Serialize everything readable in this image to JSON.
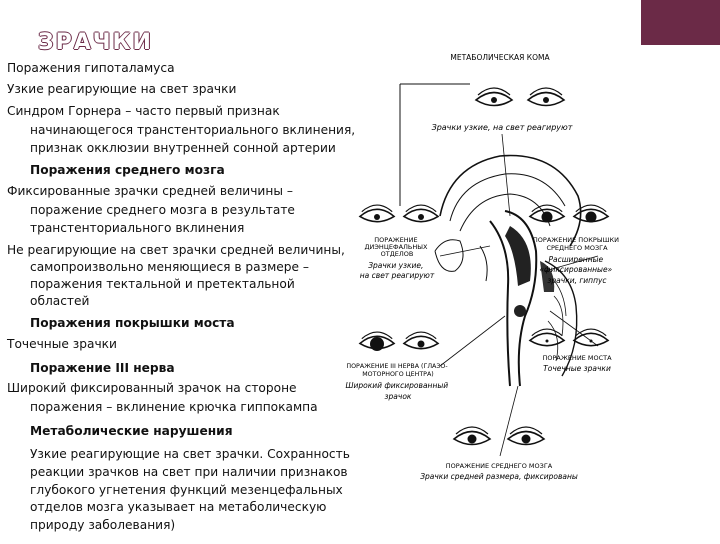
{
  "slide": {
    "title": "ЗРАЧКИ",
    "colors": {
      "accent": "#6b2a47",
      "text": "#111111"
    }
  },
  "text_blocks": [
    {
      "kind": "first",
      "text": "Поражения гипоталамуса"
    },
    {
      "kind": "line",
      "text": "Узкие реагирующие на свет зрачки"
    },
    {
      "kind": "line",
      "text": "Синдром Горнера – часто первый признак"
    },
    {
      "kind": "cont",
      "text": "начинающегося транстенториального вклинения,"
    },
    {
      "kind": "cont",
      "text": "признак окклюзии внутренней сонной артерии"
    },
    {
      "kind": "head",
      "text": "Поражения среднего мозга"
    },
    {
      "kind": "line",
      "text": "Фиксированные зрачки средней величины –"
    },
    {
      "kind": "cont",
      "text": "поражение среднего мозга в результате"
    },
    {
      "kind": "cont",
      "text": "транстенториального вклинения"
    },
    {
      "kind": "line",
      "text": "Не реагирующие на свет зрачки средней величины,"
    },
    {
      "kind": "cont",
      "text": "самопроизвольно меняющиеся в размере –"
    },
    {
      "kind": "cont",
      "text": "поражения тектальной и претектальной"
    },
    {
      "kind": "cont",
      "text": "областей"
    },
    {
      "kind": "head",
      "text": "Поражения покрышки моста"
    },
    {
      "kind": "line",
      "text": "Точечные зрачки"
    },
    {
      "kind": "head",
      "text": "Поражение III нерва"
    },
    {
      "kind": "line",
      "text": "Широкий фиксированный зрачок на стороне"
    },
    {
      "kind": "cont",
      "text": "поражения – вклинение крючка гиппокампа"
    },
    {
      "kind": "head",
      "text": "Метаболические нарушения"
    },
    {
      "kind": "cont",
      "text": "Узкие реагирующие на свет зрачки. Сохранность"
    },
    {
      "kind": "cont",
      "text": "реакции зрачков на свет при наличии признаков"
    },
    {
      "kind": "cont",
      "text": "глубокого угнетения функций мезенцефальных"
    },
    {
      "kind": "cont",
      "text": "отделов мозга указывает на метаболическую"
    },
    {
      "kind": "cont",
      "text": "природу заболевания)"
    }
  ],
  "figure": {
    "metabolic_coma": "МЕТАБОЛИЧЕСКАЯ КОМА",
    "metabolic_pupils": "Зрачки узкие, на свет реагируют",
    "diencephalon_lesion": [
      "ПОРАЖЕНИЕ",
      "ДИЭНЦЕФАЛЬНЫХ",
      "ОТДЕЛОВ"
    ],
    "diencephalon_pupils": [
      "Зрачки узкие,",
      "на свет реагируют"
    ],
    "tectum_lesion": [
      "ПОРАЖЕНИЕ ПОКРЫШКИ",
      "СРЕДНЕГО МОЗГА"
    ],
    "tectum_pupils": [
      "Расширенные",
      "«фиксированные»",
      "зрачки, гиппус"
    ],
    "pons_lesion": "ПОРАЖЕНИЕ МОСТА",
    "pons_pupils": "Точечные зрачки",
    "oculomotor_lesion": [
      "ПОРАЖЕНИЕ III НЕРВА (ГЛАЗО-",
      "МОТОРНОГО ЦЕНТРА)"
    ],
    "oculomotor_pupils": [
      "Широкий фиксированный",
      "зрачок"
    ],
    "midbrain_lesion": "ПОРАЖЕНИЕ СРЕДНЕГО МОЗГА",
    "midbrain_pupils": "Зрачки средней размера, фиксированы"
  }
}
